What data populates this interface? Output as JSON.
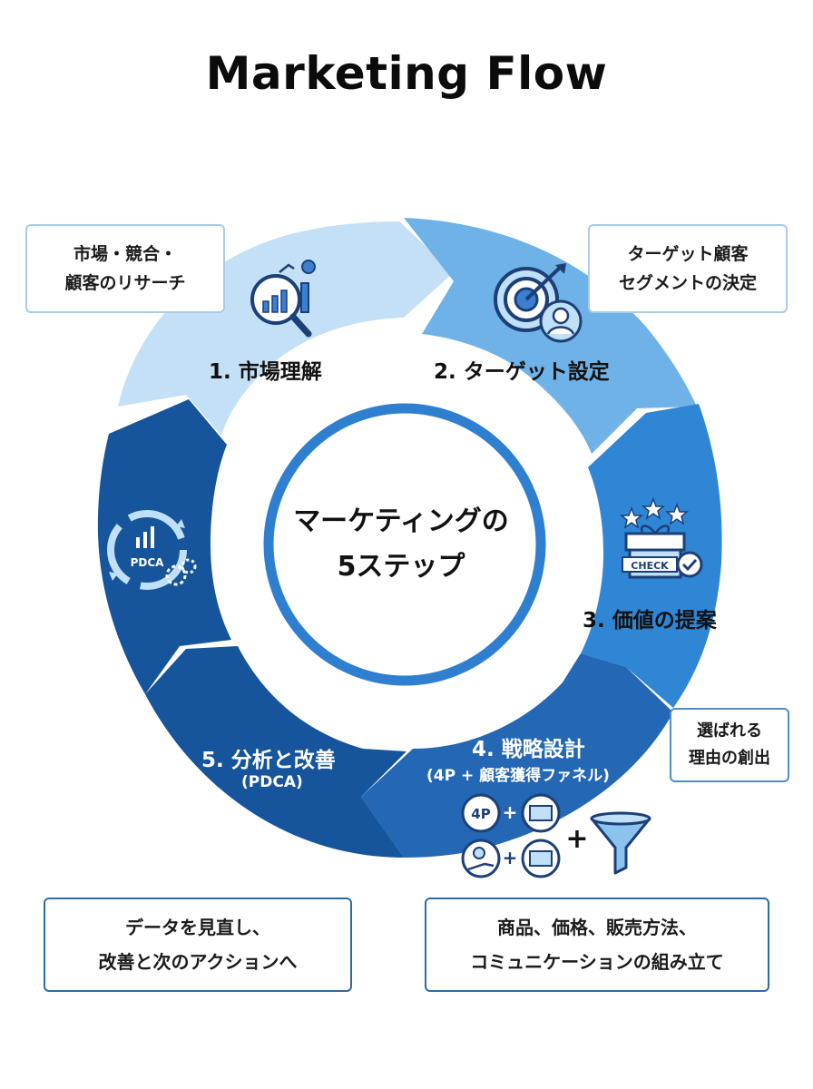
{
  "title": "Marketing Flow",
  "center": {
    "line1": "マーケティングの",
    "line2": "5ステップ"
  },
  "steps": [
    {
      "label": "1. 市場理解",
      "icon": "magnifier-chart-icon",
      "color": "#c3e0f6"
    },
    {
      "label": "2. ターゲット設定",
      "icon": "target-arrow-person-icon",
      "color": "#6eb2e8"
    },
    {
      "label": "3. 価値の提案",
      "icon": "gift-check-icon",
      "icon_text": "CHECK",
      "color": "#2f86d4"
    },
    {
      "label": "4. 戦略設計",
      "sub": "(4P + 顧客獲得ファネル)",
      "icon": "4p-funnel-icon",
      "icon_text": "4P",
      "color": "#2367b5"
    },
    {
      "label": "5. 分析と改善",
      "sub": "(PDCA)",
      "icon": "pdca-cycle-icon",
      "icon_text": "PDCA",
      "color": "#16549b"
    }
  ],
  "notes": {
    "market": {
      "line1": "市場・競合・",
      "line2": "顧客のリサーチ"
    },
    "target": {
      "line1": "ターゲット顧客",
      "line2": "セグメントの決定"
    },
    "value": {
      "line1": "選ばれる",
      "line2": "理由の創出"
    },
    "analysis": {
      "line1": "データを見直し、",
      "line2": "改善と次のアクションへ"
    },
    "strategy": {
      "line1": "商品、価格、販売方法、",
      "line2": "コミュニケーションの組み立て"
    }
  }
}
